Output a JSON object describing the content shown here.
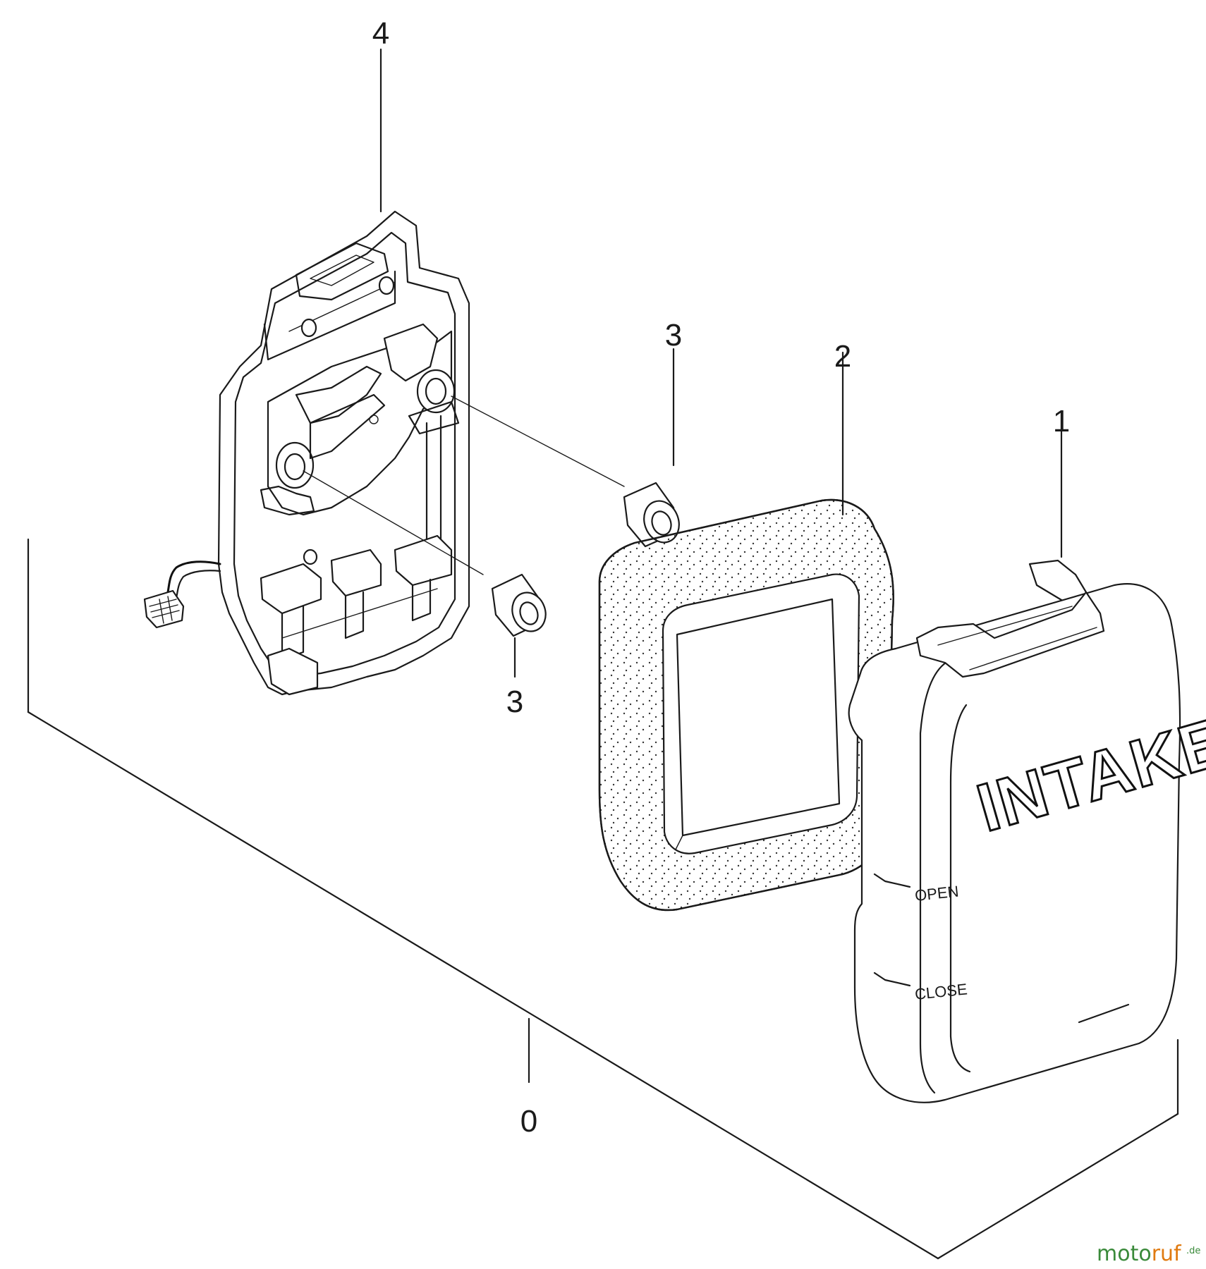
{
  "diagram": {
    "callouts": [
      {
        "id": "part-0",
        "label": "0"
      },
      {
        "id": "part-1",
        "label": "1"
      },
      {
        "id": "part-2",
        "label": "2"
      },
      {
        "id": "part-3a",
        "label": "3"
      },
      {
        "id": "part-3b",
        "label": "3"
      },
      {
        "id": "part-4",
        "label": "4"
      }
    ],
    "cover_text": {
      "brand": "INTAKE",
      "open": "OPEN",
      "close": "CLOSE"
    }
  },
  "watermark": {
    "name": "motoruf",
    "suffix": ".de",
    "colors": {
      "moto": "#3a8a3a",
      "ruf": "#e07a10",
      "suffix": "#3a8a3a"
    }
  }
}
